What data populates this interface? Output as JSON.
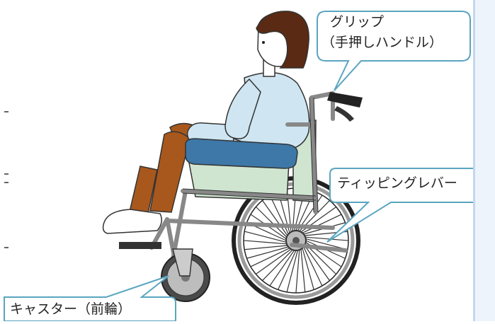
{
  "callouts": {
    "grip_line1": "グリップ",
    "grip_line2": "（手押しハンドル）",
    "tipping_lever": "ティッピングレバー",
    "caster": "キャスター（前輪）"
  },
  "colors": {
    "shirt": "#cfe6f2",
    "hair": "#5a2a14",
    "skin": "#ffffff",
    "trousers": "#a8581c",
    "cushion": "#3d78a8",
    "seat_back": "#cfe5d0",
    "frame": "#8c8c8c",
    "callout_border": "#5aa5c0",
    "background_strip": "#eef4fb"
  },
  "icons": {
    "figure": "wheelchair-user-illustration"
  }
}
